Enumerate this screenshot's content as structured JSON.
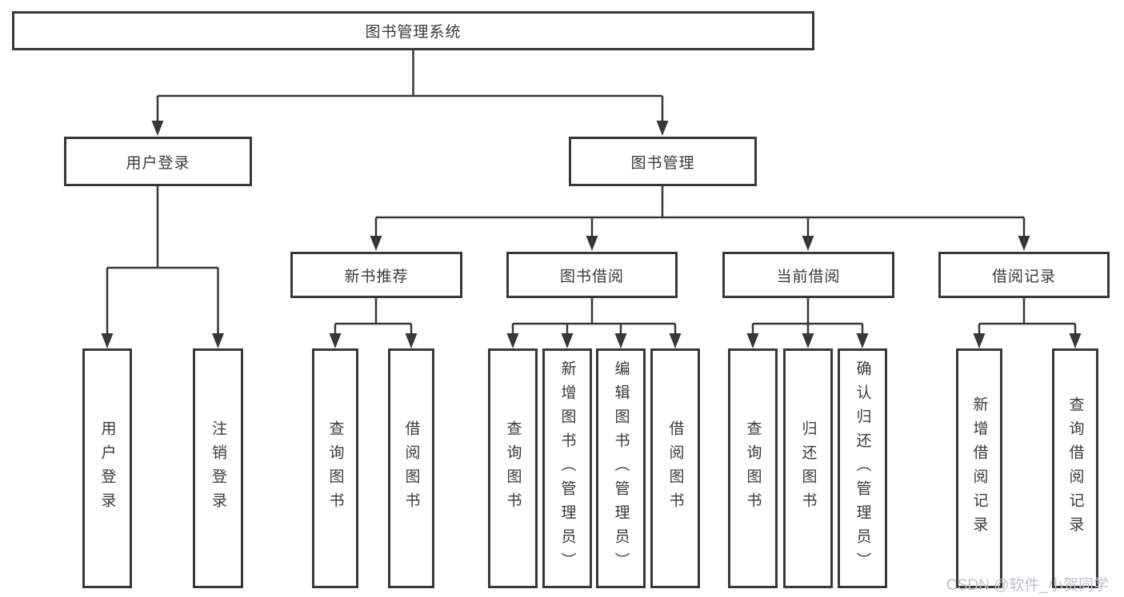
{
  "diagram": {
    "title": "图书管理系统",
    "user_login": {
      "label": "用户登录",
      "leaves": [
        "用户登录",
        "注销登录"
      ]
    },
    "book_mgmt": {
      "label": "图书管理",
      "new_rec": {
        "label": "新书推荐",
        "leaves": [
          "查询图书",
          "借阅图书"
        ]
      },
      "borrow": {
        "label": "图书借阅",
        "leaves": [
          "查询图书",
          "新增图书（管理员）",
          "编辑图书（管理员）",
          "借阅图书"
        ]
      },
      "current": {
        "label": "当前借阅",
        "leaves": [
          "查询图书",
          "归还图书",
          "确认归还（管理员）"
        ]
      },
      "records": {
        "label": "借阅记录",
        "leaves": [
          "新增借阅记录",
          "查询借阅记录"
        ]
      }
    },
    "watermark": "CSDN @软件_小贺同学",
    "colors": {
      "line": "#383838",
      "text": "#3a3a3a",
      "box_bg": "#ffffff",
      "watermark": "#bfc2c8"
    }
  }
}
